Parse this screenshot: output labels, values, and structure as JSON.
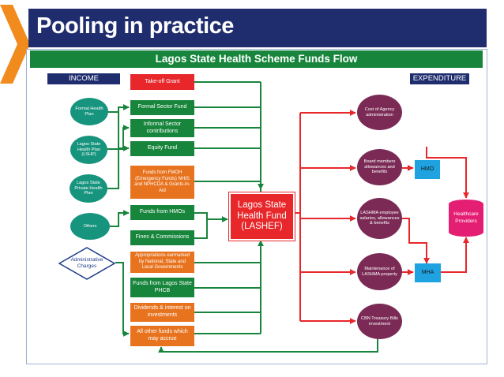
{
  "title": "Pooling in practice",
  "banner": "Lagos State Health Scheme Funds Flow",
  "income_label": "INCOME",
  "expenditure_label": "EXPENDITURE",
  "income_sources": {
    "formal_health_plan": "Formal Health Plan",
    "lshp": "Lagos State Health Plan (LSHP)",
    "private_health_plan": "Lagos State Private Health Plan",
    "others": "Others",
    "administrative_charges": "Administrative Charges"
  },
  "funds": {
    "takeoff_grant": "Take-off Grant",
    "formal_sector": "Formal Sector Fund",
    "informal_sector": "Informal Sector contributions",
    "equity": "Equity Fund",
    "fmoh": "Funds from FMOH (Emergency Funds) NHIS and NPHCDA & Grants-in-Aid",
    "hmos": "Funds from HMOs",
    "fines": "Fines & Commissions",
    "appropriations": "Appropriations earmarked by National, State and Local Governments",
    "phcb": "Funds from Lagos State PHCB",
    "dividends": "Dividends & interest on investments",
    "other_funds": "All other funds which may accrue"
  },
  "central_fund": "Lagos State Health Fund (LASHEF)",
  "expenditures": {
    "agency_admin": "Cost of Agency administration",
    "board": "Board members allowances and benefits",
    "lashma_staff": "LASHMA employee salaries, allowances & benefits",
    "maintenance": "Maintenance of LASHMA property",
    "treasury": "CBN Treasury Bills investment"
  },
  "intermediaries": {
    "hmo": "HMO",
    "mha": "MHA"
  },
  "providers": "Healthcare Providers",
  "colors": {
    "navy": "#1f2d6e",
    "green": "#17853c",
    "red": "#e8272b",
    "orange": "#e8731e",
    "teal": "#17947e",
    "purple": "#7b2a55",
    "blue": "#1ea2e0",
    "magenta": "#e41f73"
  }
}
